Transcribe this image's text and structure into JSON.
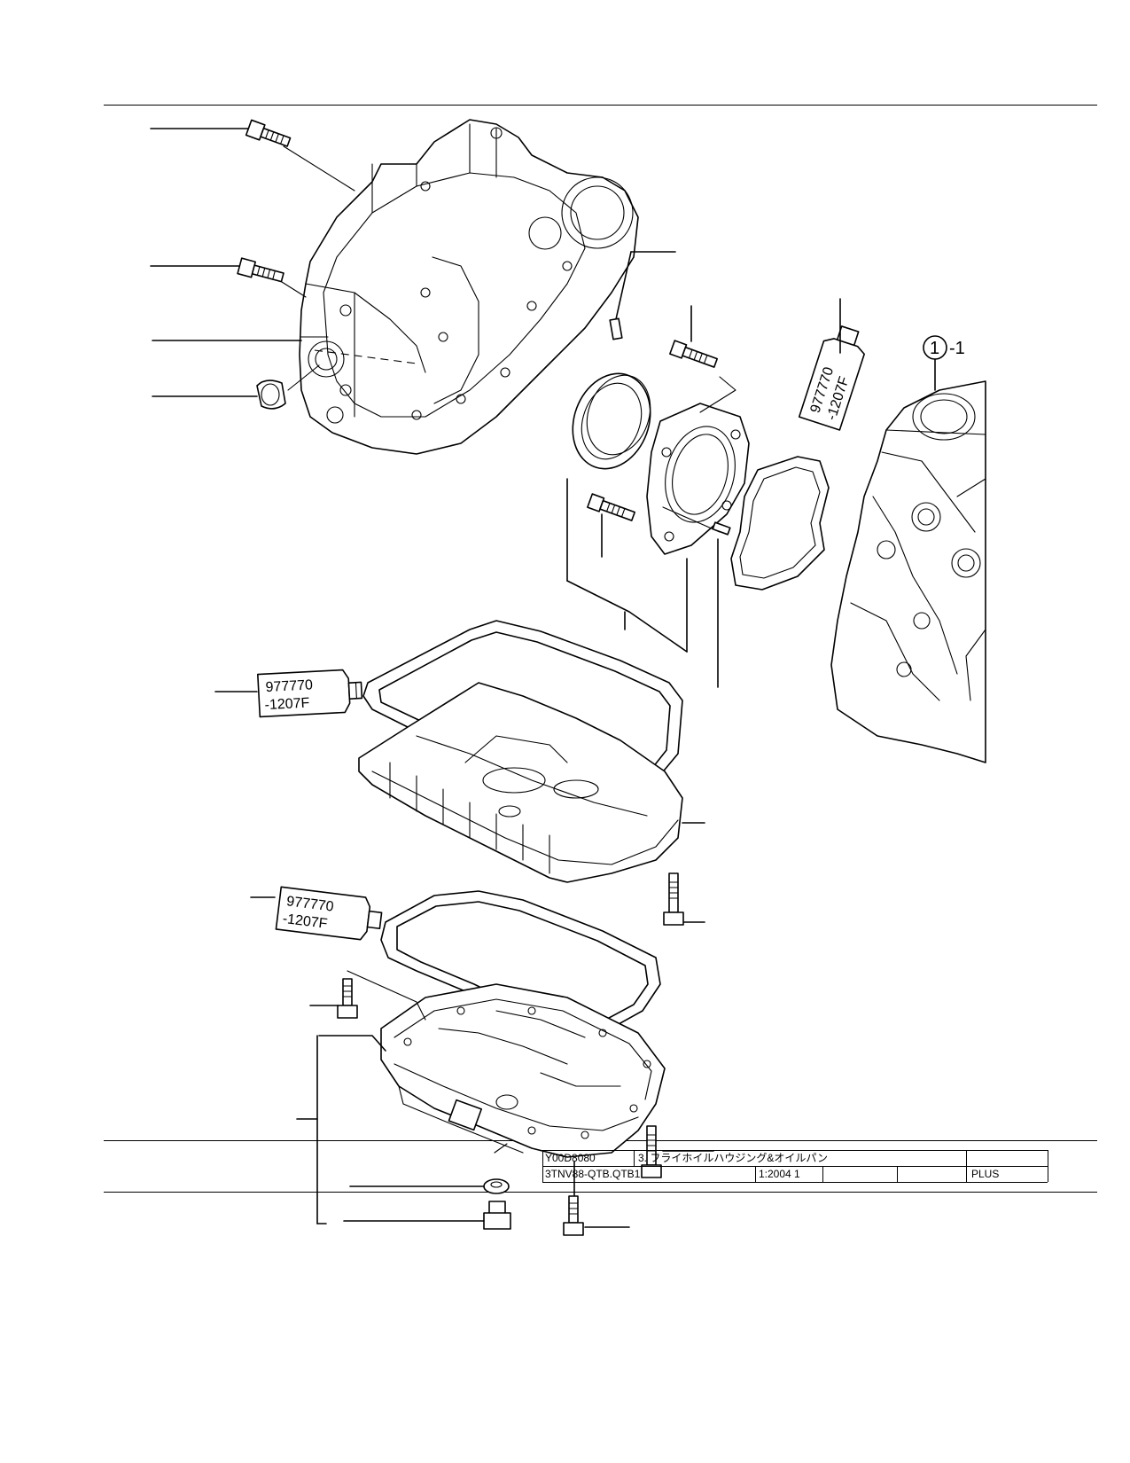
{
  "title_block": {
    "drawing_no": "Y00D8080",
    "title": "3. フライホイルハウジング&オイルパン",
    "model": "3TNV88-QTB.QTB1",
    "scale": "1:2004 1",
    "brand": "PLUS"
  },
  "sealant_tubes": [
    {
      "line1": "977770",
      "line2": "-1207F"
    },
    {
      "line1": "977770",
      "line2": "-1207F"
    },
    {
      "line1": "977770",
      "line2": "-1207F"
    }
  ],
  "callout": {
    "number": "1",
    "suffix": "-1"
  }
}
